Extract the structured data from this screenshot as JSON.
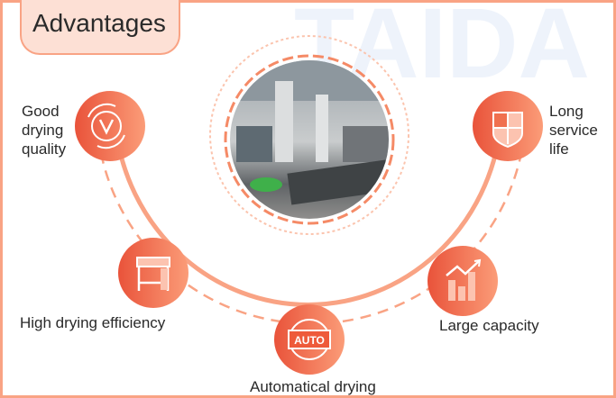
{
  "title": "Advantages",
  "watermark": "TAIDA",
  "colors": {
    "accent": "#ee5a3a",
    "accent_light": "#f9a384",
    "frame": "#f9a384"
  },
  "advantages": [
    {
      "label": "Good drying quality",
      "lines": [
        "Good",
        "drying",
        "quality"
      ],
      "icon": "quality-check-icon"
    },
    {
      "label": "High drying efficiency",
      "icon": "dryer-machine-icon"
    },
    {
      "label": "Automatical drying",
      "icon": "auto-badge-icon",
      "icon_text": "AUTO"
    },
    {
      "label": "Large capacity",
      "icon": "growth-chart-icon"
    },
    {
      "label": "Long service life",
      "lines": [
        "Long",
        "service",
        "life"
      ],
      "icon": "shield-icon"
    }
  ]
}
